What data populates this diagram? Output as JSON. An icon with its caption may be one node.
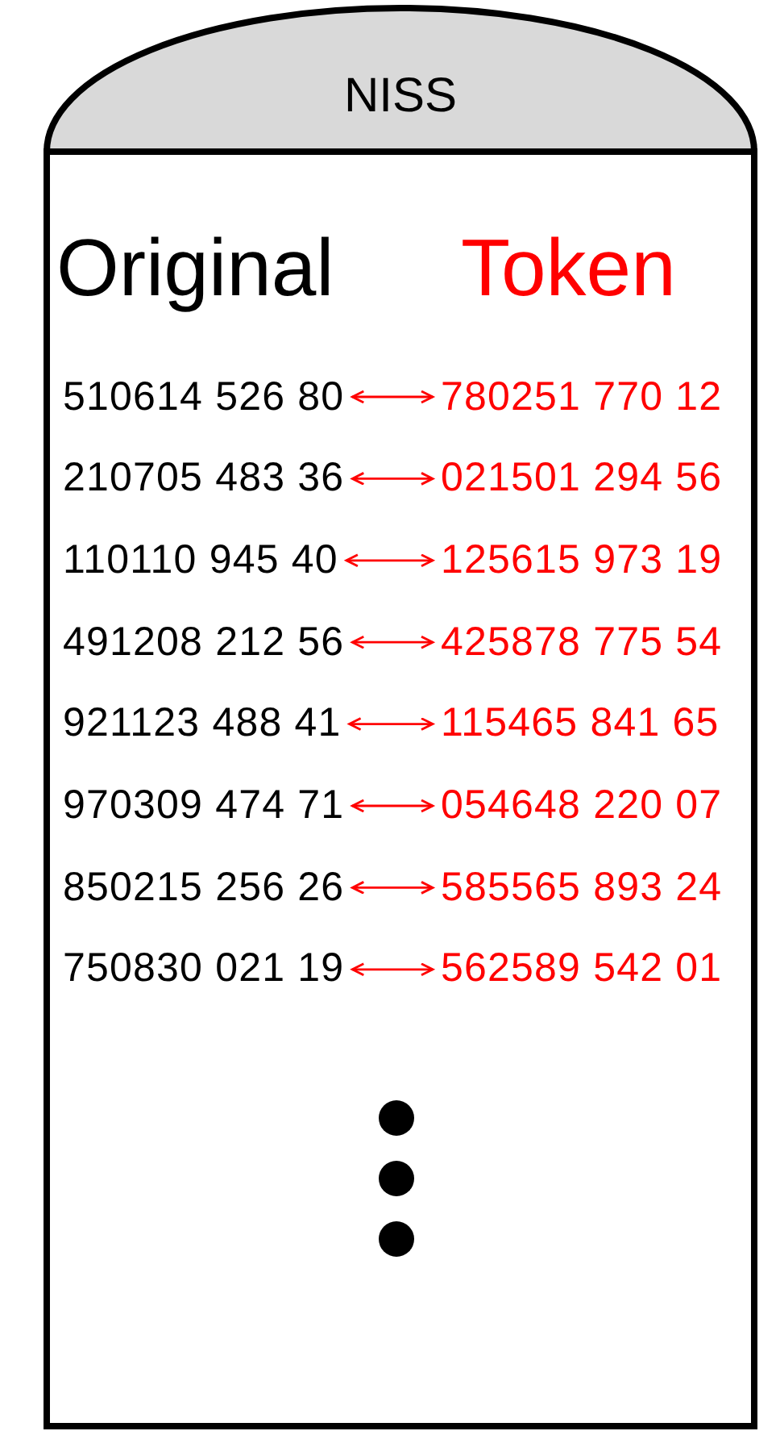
{
  "diagram": {
    "nodes": [
      {
        "text": [
          "NISS",
          "Original",
          "Token"
        ]
      },
      {
        "text": [
          "510614 526 80"
        ],
        "in": 0
      },
      {
        "text": [
          "780251 770 12"
        ],
        "in": 0
      },
      {
        "text": [
          "210705 483 36"
        ],
        "in": 0
      },
      {
        "text": [
          "021501 294 56"
        ],
        "in": 0
      },
      {
        "text": [
          "110110 945 40"
        ],
        "in": 0
      },
      {
        "text": [
          "125615 973 19"
        ],
        "in": 0
      },
      {
        "text": [
          "491208 212 56"
        ],
        "in": 0
      },
      {
        "text": [
          "425878 775 54"
        ],
        "in": 0
      },
      {
        "text": [
          "921123 488 41"
        ],
        "in": 0
      },
      {
        "text": [
          "115465 841 65"
        ],
        "in": 0
      },
      {
        "text": [
          "970309 474 71"
        ],
        "in": 0
      },
      {
        "text": [
          "054648 220 07"
        ],
        "in": 0
      },
      {
        "text": [
          "850215 256 26"
        ],
        "in": 0
      },
      {
        "text": [
          "585565 893 24"
        ],
        "in": 0
      },
      {
        "text": [
          "750830 021 19"
        ],
        "in": 0
      },
      {
        "text": [
          "562589 542 01"
        ],
        "in": 0
      }
    ],
    "edges": [
      {
        "from": 1,
        "to": 2,
        "arrow": "both"
      },
      {
        "from": 3,
        "to": 4,
        "arrow": "both"
      },
      {
        "from": 5,
        "to": 6,
        "arrow": "both"
      },
      {
        "from": 7,
        "to": 8,
        "arrow": "both"
      },
      {
        "from": 9,
        "to": 10,
        "arrow": "both"
      },
      {
        "from": 11,
        "to": 12,
        "arrow": "both"
      },
      {
        "from": 13,
        "to": 14,
        "arrow": "both"
      },
      {
        "from": 15,
        "to": 16,
        "arrow": "both"
      }
    ]
  }
}
